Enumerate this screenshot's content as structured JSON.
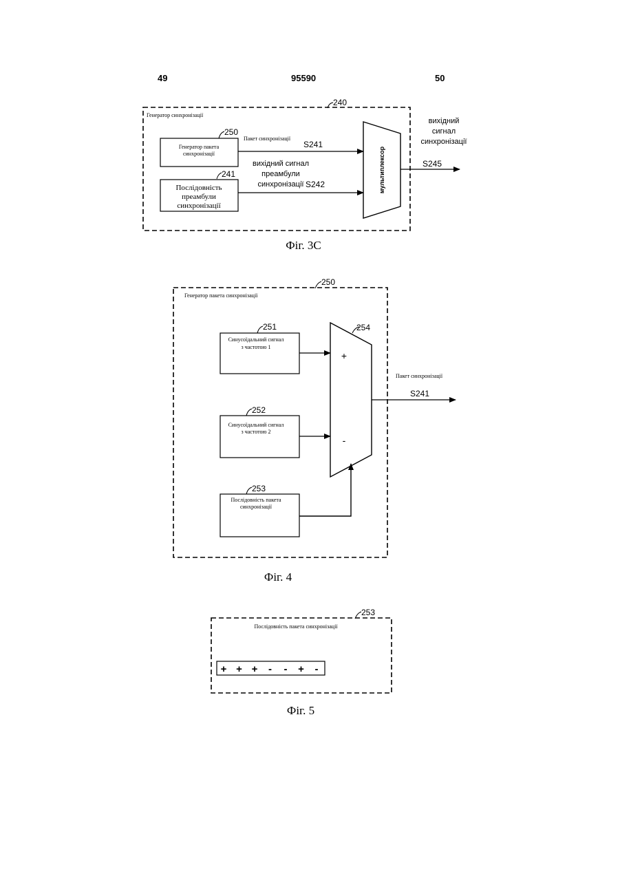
{
  "header": {
    "left_page": "49",
    "doc_number": "95590",
    "right_page": "50"
  },
  "fig3c": {
    "box_ref": "240",
    "box_title": "Генератор синхронізації",
    "block_250_ref": "250",
    "block_250_label_line1": "Генератор пакета",
    "block_250_label_line2": "синхронізації",
    "block_241_ref": "241",
    "block_241_label_line1": "Послідовність",
    "block_241_label_line2": "преамбули",
    "block_241_label_line3": "синхронізації",
    "packet_label": "Пакет синхронізації",
    "s241": "S241",
    "preamble_line1": "вихідний сигнал",
    "preamble_line2": "преамбули",
    "preamble_line3": "синхронізації",
    "s242": "S242",
    "mux_label": "мультиплексор",
    "output_line1": "вихідний",
    "output_line2": "сигнал",
    "output_line3": "синхронізації",
    "s245": "S245",
    "caption": "Фіг. 3С"
  },
  "fig4": {
    "box_ref": "250",
    "box_title": "Генератор пакета синхронізації",
    "block_251_ref": "251",
    "block_251_line1": "Синусоїдальний сигнал",
    "block_251_line2": "з частотою 1",
    "block_252_ref": "252",
    "block_252_line1": "Синусоїдальний сигнал",
    "block_252_line2": "з частотою 2",
    "block_253_ref": "253",
    "block_253_line1": "Послідовність пакета",
    "block_253_line2": "синхронізації",
    "switch_ref": "254",
    "plus": "+",
    "minus": "-",
    "output_label": "Пакет синхронізації",
    "s241": "S241",
    "caption": "Фіг. 4"
  },
  "fig5": {
    "box_ref": "253",
    "box_title": "Послідовність пакета синхронізації",
    "sequence": [
      "+",
      "+",
      "+",
      "-",
      "-",
      "+",
      "-"
    ],
    "caption": "Фіг. 5"
  }
}
